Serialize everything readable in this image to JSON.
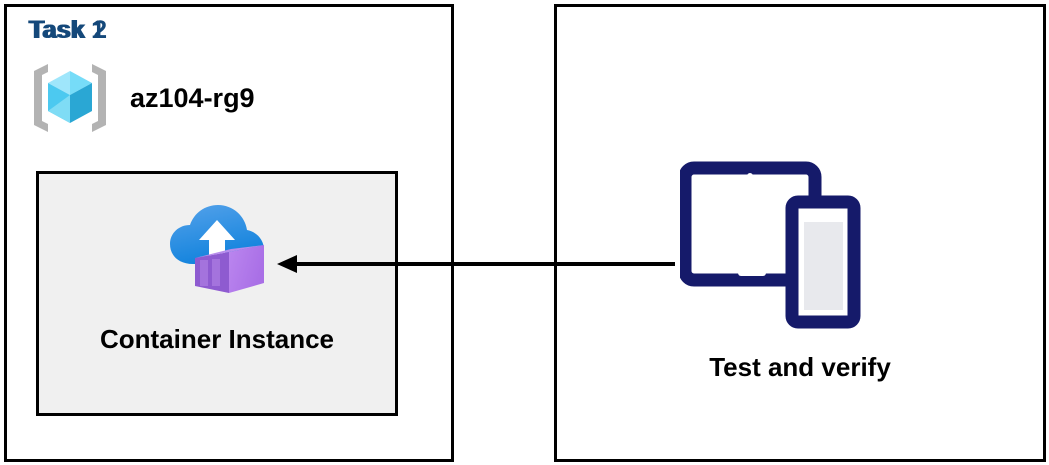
{
  "diagram": {
    "title_color": "#14487a",
    "background": "#ffffff",
    "panels": [
      {
        "id": "task1",
        "title": "Task 1",
        "resource_group": {
          "icon": "azure-resource-group-icon",
          "label": "az104-rg9"
        },
        "resource": {
          "icon": "azure-container-instance-icon",
          "label": "Container Instance",
          "fill": "#f0f0f0",
          "border": "#000000"
        }
      },
      {
        "id": "task2",
        "title": "Task 2",
        "resource": {
          "icon": "devices-tablet-phone-icon",
          "label": "Test and verify",
          "color": "#151a6a"
        }
      }
    ],
    "connector": {
      "name": "arrow-task2-to-container-instance",
      "direction": "right-to-left",
      "color": "#000000"
    }
  }
}
